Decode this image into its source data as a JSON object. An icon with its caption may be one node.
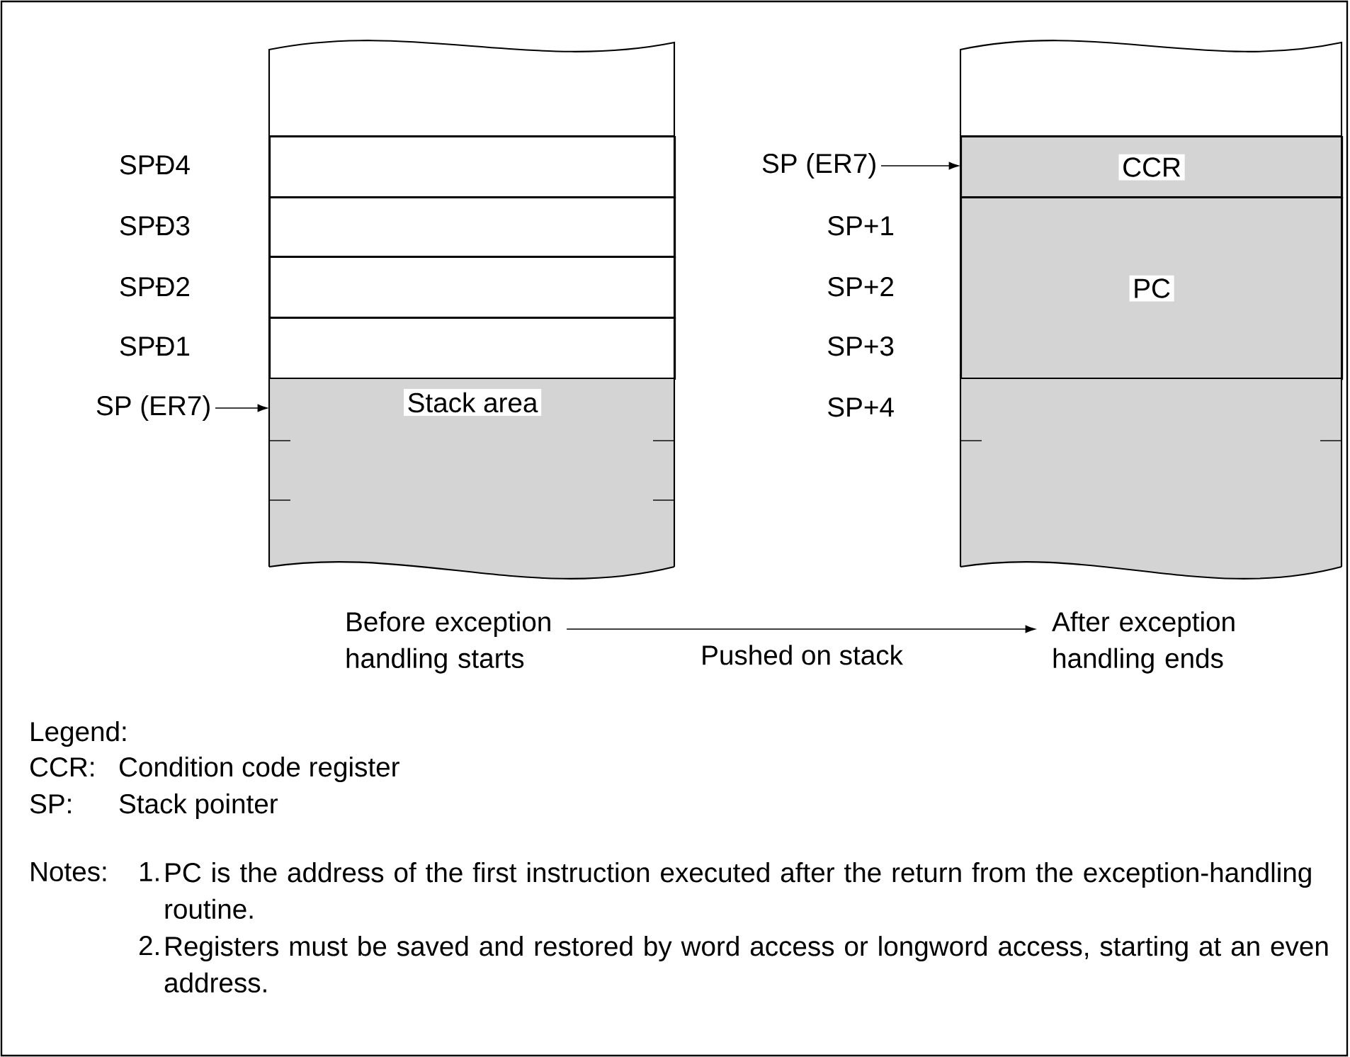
{
  "diagram": {
    "nodes": [
      {
        "text": [],
        "shape": "box"
      },
      {
        "text": [],
        "shape": "box"
      },
      {
        "text": [],
        "shape": "box"
      },
      {
        "text": [],
        "shape": "box"
      },
      {
        "text": [
          "SP (ER7)"
        ]
      },
      {
        "text": [
          "Stack area"
        ]
      },
      {
        "text": [
          "SP (ER7)"
        ]
      },
      {
        "text": [
          "CCR"
        ]
      },
      {
        "text": [
          "PC"
        ]
      },
      {
        "text": [
          "Before exception handling starts"
        ]
      },
      {
        "text": [
          "After exception handling ends"
        ]
      }
    ],
    "edges": [
      {
        "from": 4,
        "to": 5,
        "arrow": "to"
      },
      {
        "from": 6,
        "to": 7,
        "arrow": "to"
      },
      {
        "from": 9,
        "to": 10,
        "arrow": "to",
        "label": "Pushed on stack"
      }
    ],
    "labels": [
      "SPÐ4",
      "SPÐ3",
      "SP+1",
      "SPÐ2",
      "SP+2",
      "SPÐ1",
      "SP+3",
      "SP+4",
      "Legend:",
      "CCR:",
      "Condition code register",
      "SP:",
      "Stack pointer",
      "Notes:",
      "1.",
      "PC is the address of the first instruction executed after the return from the exception-handling routine.",
      "2.",
      "Registers must be saved and restored by word access or longword access, starting at an even address."
    ]
  }
}
